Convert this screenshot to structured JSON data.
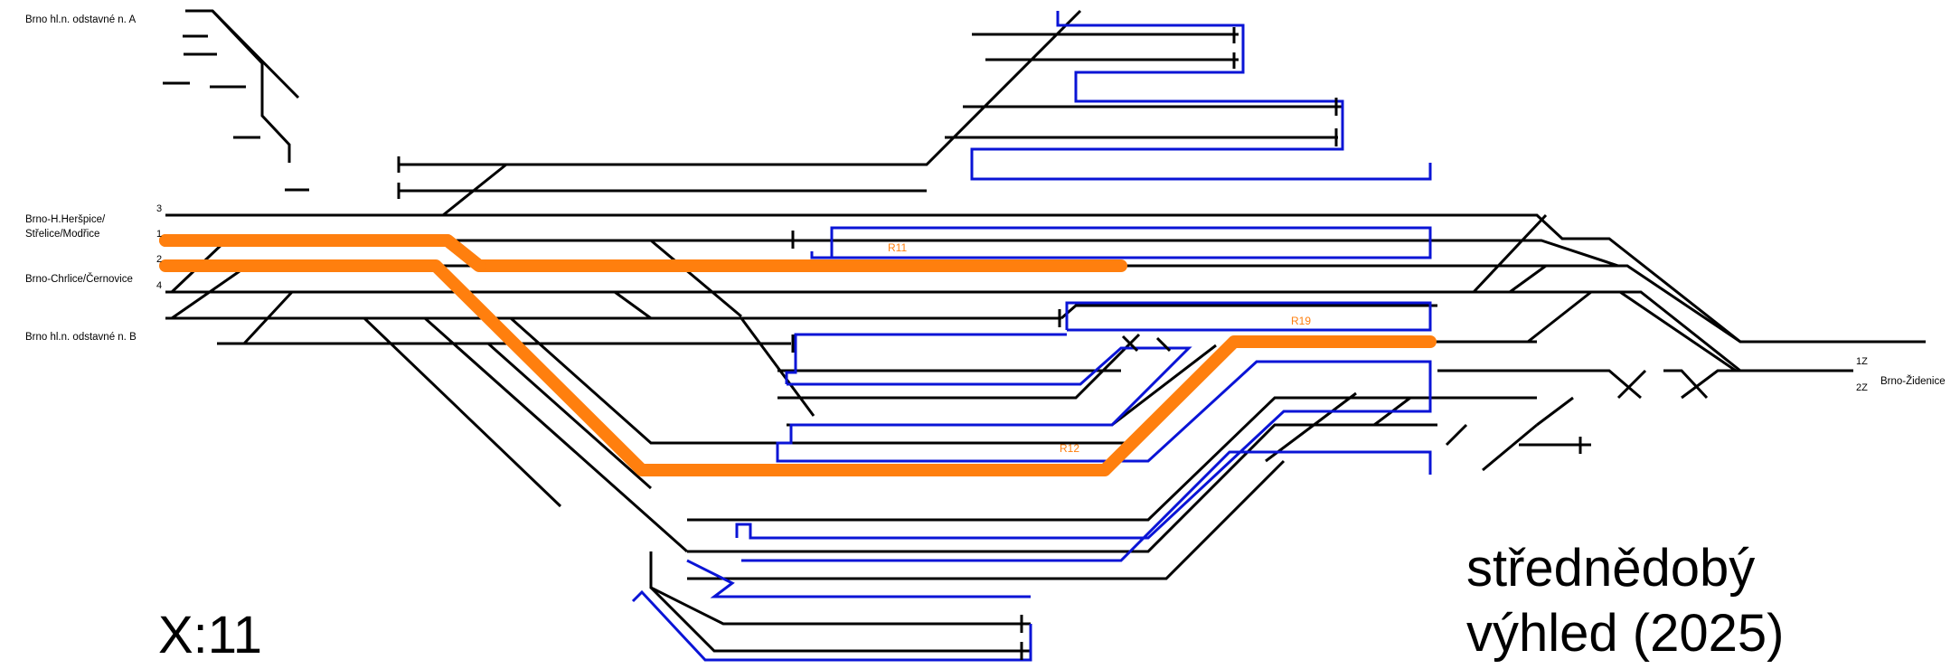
{
  "stations": {
    "depot_a": "Brno hl.n. odstavné n. A",
    "herspice_line1": "Brno-H.Heršpice/",
    "herspice_line2": "Střelice/Modřice",
    "chrlice": "Brno-Chrlice/Černovice",
    "depot_b": "Brno hl.n. odstavné n. B",
    "zidenice": "Brno-Židenice"
  },
  "track_numbers": {
    "t3": "3",
    "t1": "1",
    "t2": "2",
    "t4": "4",
    "t1z": "1Z",
    "t2z": "2Z"
  },
  "routes": {
    "r11": "R11",
    "r12": "R12",
    "r19": "R19"
  },
  "variant": "X:11",
  "caption": {
    "line1": "střednědobý",
    "line2": "výhled (2025)"
  },
  "colors": {
    "track": "#000000",
    "platform_outline": "#0a14d6",
    "route_highlight": "#ff7f0e"
  }
}
